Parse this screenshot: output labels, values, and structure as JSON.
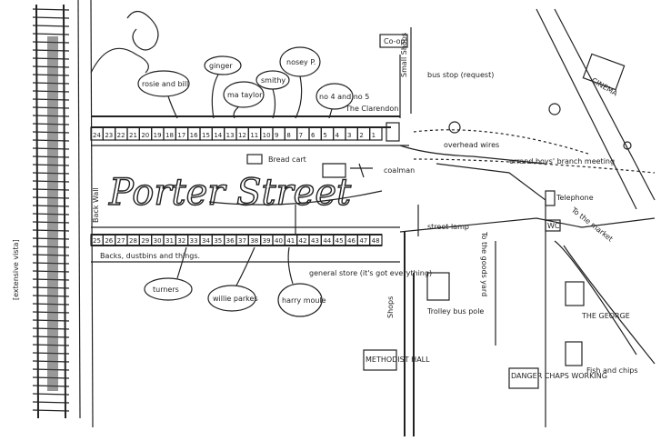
{
  "title": "Porter Street",
  "edge_labels": {
    "vista": "[extensive vista]",
    "back_wall": "Back Wall",
    "backs": "Backs, dustbins and things."
  },
  "north_houses": [
    "24",
    "23",
    "22",
    "21",
    "20",
    "19",
    "18",
    "17",
    "16",
    "15",
    "14",
    "13",
    "12",
    "11",
    "10",
    "9",
    "8",
    "7",
    "6",
    "5",
    "4",
    "3",
    "2",
    "1"
  ],
  "south_houses": [
    "25",
    "26",
    "27",
    "28",
    "29",
    "30",
    "31",
    "32",
    "33",
    "34",
    "35",
    "36",
    "37",
    "38",
    "39",
    "40",
    "41",
    "42",
    "43",
    "44",
    "45",
    "46",
    "47",
    "48"
  ],
  "residents": {
    "rosie_bill": "rosie and bill",
    "ginger": "ginger",
    "ma_taylor": "ma taylor",
    "smithy": "smithy",
    "nosey_p": "nosey P.",
    "no_4_5": "no 4 and no 5",
    "clarendon": "The Clarendon",
    "turners": "turners",
    "willie_parkes": "willie parkes",
    "harry_moule": "harry moule"
  },
  "street_items": {
    "bread_cart": "Bread cart",
    "coalman": "coalman",
    "overhead_wires": "overhead wires",
    "errand_boys": "errand boys' branch meeting",
    "telephone": "Telephone",
    "wc": "WC",
    "to_market": "To the market",
    "street_lamp": "street lamp",
    "general_store": "general store (it's got everything)",
    "shops_left": "Shops",
    "shops_top": "Small Shops",
    "coop": "Co-op",
    "bus_stop": "bus stop (request)",
    "cinema": "CINEMA",
    "to_goods_yard": "To the goods yard",
    "trolley_pole": "Trolley bus pole",
    "methodist_hall": "METHODIST HALL",
    "danger": "DANGER CHAPS WORKING",
    "george": "THE GEORGE",
    "fish_chips": "Fish and chips"
  }
}
